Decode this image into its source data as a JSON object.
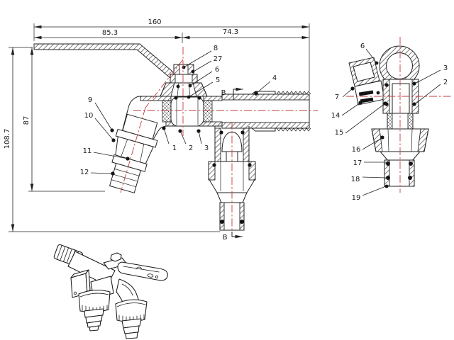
{
  "drawing": {
    "dimensions": {
      "overall_length": "160",
      "handle_segment": "85.3",
      "inlet_segment": "74.3",
      "height_to_spout": "87",
      "overall_height": "108.7"
    },
    "section_marker": "B",
    "main_view": {
      "callouts": {
        "c1": "1",
        "c2": "2",
        "c3": "3",
        "c4": "4",
        "c5": "5",
        "c6": "6",
        "c8": "8",
        "c9": "9",
        "c10": "10",
        "c11": "11",
        "c12": "12",
        "c27": "27"
      }
    },
    "section_view": {
      "callouts": {
        "c2": "2",
        "c3": "3",
        "c6": "6",
        "c7": "7",
        "c14": "14",
        "c15": "15",
        "c16": "16",
        "c17": "17",
        "c18": "18",
        "c19": "19"
      }
    },
    "colors": {
      "line": "#222222",
      "centerline": "#c23b3b",
      "seal_dot": "#141414",
      "background": "#ffffff"
    }
  }
}
